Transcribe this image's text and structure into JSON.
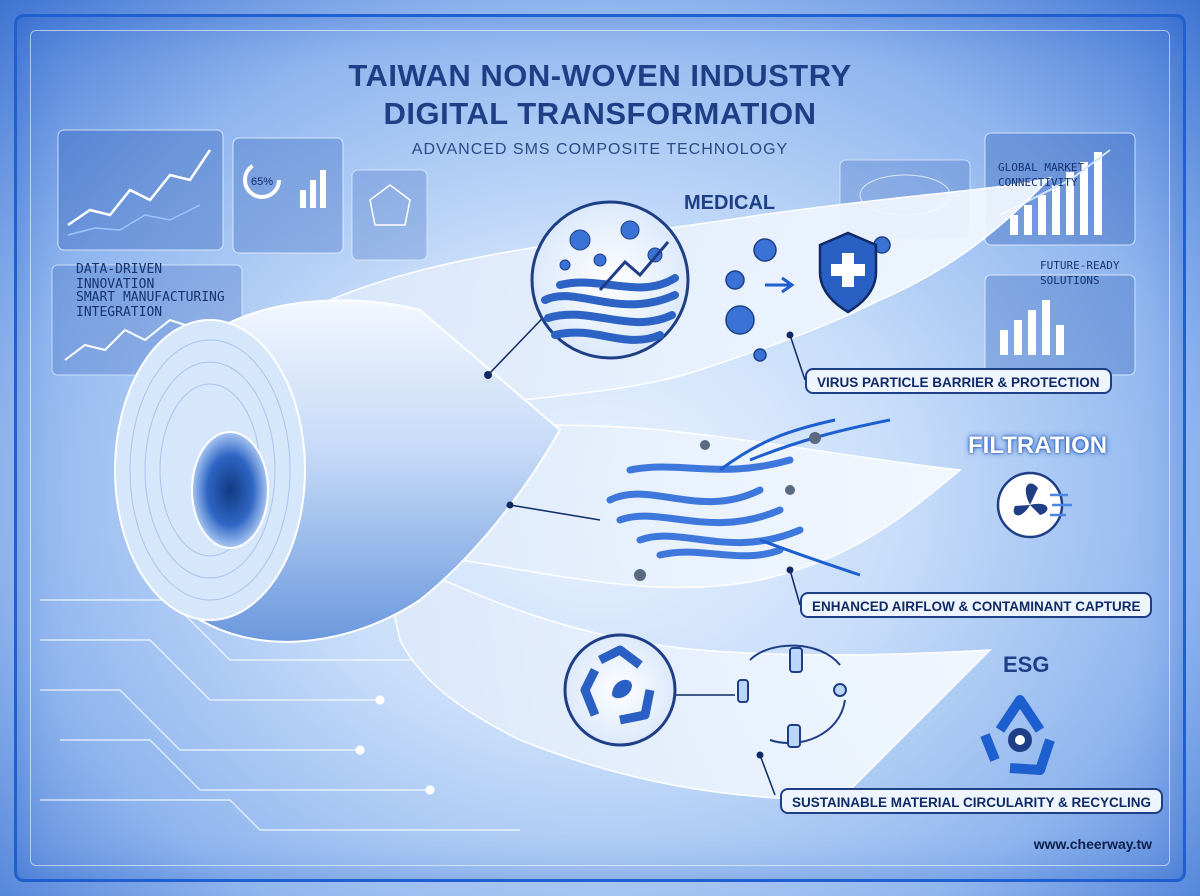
{
  "title": {
    "line1": "TAIWAN NON-WOVEN INDUSTRY",
    "line2": "DIGITAL TRANSFORMATION",
    "subtitle": "ADVANCED SMS COMPOSITE TECHNOLOGY"
  },
  "left_panel": {
    "label1_line1": "DATA-DRIVEN",
    "label1_line2": "INNOVATION",
    "label2_line1": "SMART MANUFACTURING",
    "label2_line2": "INTEGRATION",
    "gauge_value": "65%"
  },
  "right_panel": {
    "label1_line1": "GLOBAL MARKET",
    "label1_line2": "CONNECTIVITY",
    "label2_line1": "FUTURE-READY",
    "label2_line2": "SOLUTIONS"
  },
  "sections": {
    "medical": {
      "title": "MEDICAL",
      "caption": "VIRUS PARTICLE BARRIER & PROTECTION"
    },
    "filtration": {
      "title": "FILTRATION",
      "caption": "ENHANCED AIRFLOW & CONTAMINANT CAPTURE"
    },
    "esg": {
      "title": "ESG",
      "caption": "SUSTAINABLE MATERIAL CIRCULARITY & RECYCLING"
    }
  },
  "website": "www.cheerway.tw",
  "colors": {
    "accent": "#1e5fd0",
    "dark_navy": "#1e3f86",
    "glow": "#dfeeff"
  },
  "icons": [
    "shield-cross-icon",
    "fan-icon",
    "recycle-icon",
    "recycle-gear-icon",
    "virus-icon",
    "leaf-recycle-icon",
    "bottle-icon"
  ]
}
